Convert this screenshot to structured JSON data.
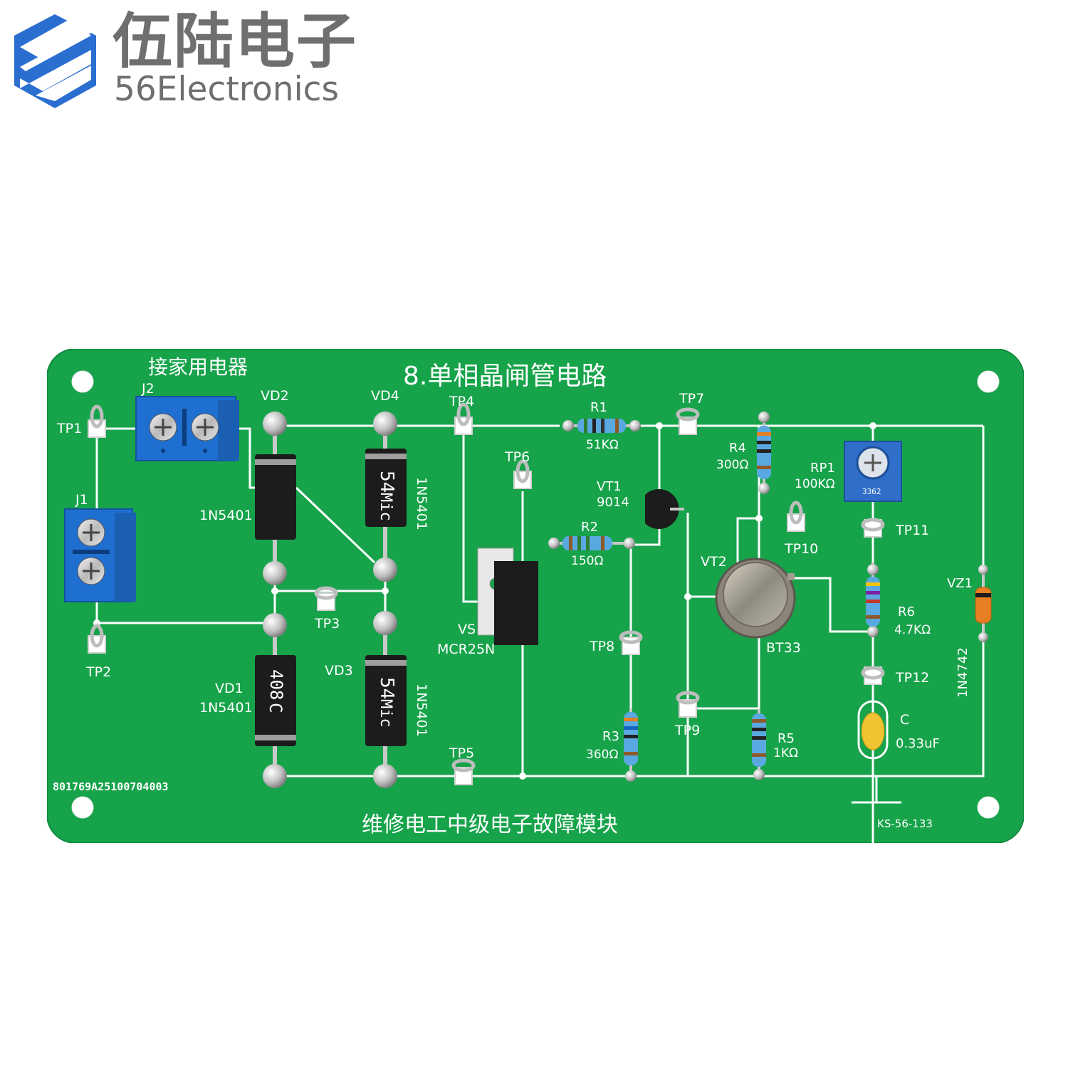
{
  "brand": {
    "name_cn": "伍陆电子",
    "name_en": "56Electronics",
    "logo_color": "#2a6ed0",
    "text_color": "#6d6f71"
  },
  "board": {
    "pcb_color": "#16a34a",
    "title": "8.单相晶闸管电路",
    "load_label": "接家用电器",
    "footer_title": "维修电工中级电子故障模块",
    "model_code": "KS-56-133",
    "serial": "801769A25100704003"
  },
  "labels": {
    "j1": "J1",
    "j2": "J2",
    "tp1": "TP1",
    "tp2": "TP2",
    "tp3": "TP3",
    "tp4": "TP4",
    "tp5": "TP5",
    "tp6": "TP6",
    "tp7": "TP7",
    "tp8": "TP8",
    "tp9": "TP9",
    "tp10": "TP10",
    "tp11": "TP11",
    "tp12": "TP12",
    "vd1": "VD1",
    "vd2": "VD2",
    "vd3": "VD3",
    "vd4": "VD4",
    "diode_model": "1N5401",
    "vs": "VS",
    "vs_model": "MCR25N",
    "r1": "R1",
    "r1_value": "51KΩ",
    "r2": "R2",
    "r2_value": "150Ω",
    "r3": "R3",
    "r3_value": "360Ω",
    "r4": "R4",
    "r4_value": "300Ω",
    "r5": "R5",
    "r5_value": "1KΩ",
    "r6": "R6",
    "r6_value": "4.7KΩ",
    "vt1": "VT1",
    "vt1_model": "9014",
    "vt2": "VT2",
    "vt2_model": "BT33",
    "rp1": "RP1",
    "rp1_value": "100KΩ",
    "rp1_code": "3362",
    "vz1": "VZ1",
    "vz1_model": "1N4742",
    "cap": "C",
    "cap_value": "0.33uF",
    "d1_mark_a": "408",
    "d1_mark_b": "C",
    "d_mark_a": "54",
    "d_mark_b": "Mic"
  }
}
